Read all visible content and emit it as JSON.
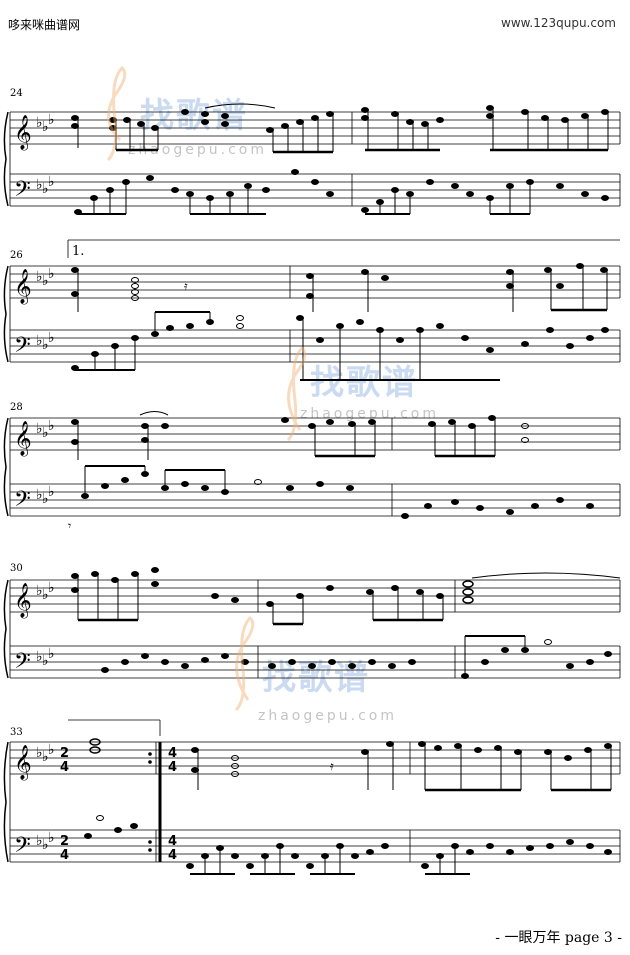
{
  "header": {
    "left": "哆来咪曲谱网",
    "right": "www.123qupu.com"
  },
  "footer": "- 一眼万年 page 3 -",
  "measure_numbers": [
    "24",
    "26",
    "28",
    "30",
    "33"
  ],
  "volta": "1.",
  "watermark": {
    "main": "找歌谱",
    "url": "zhaogepu.com",
    "url_spaced": "zhaogepu.com"
  },
  "key_signature": "E-flat major (3 flats)",
  "time_signatures": [
    "2/4",
    "4/4"
  ]
}
